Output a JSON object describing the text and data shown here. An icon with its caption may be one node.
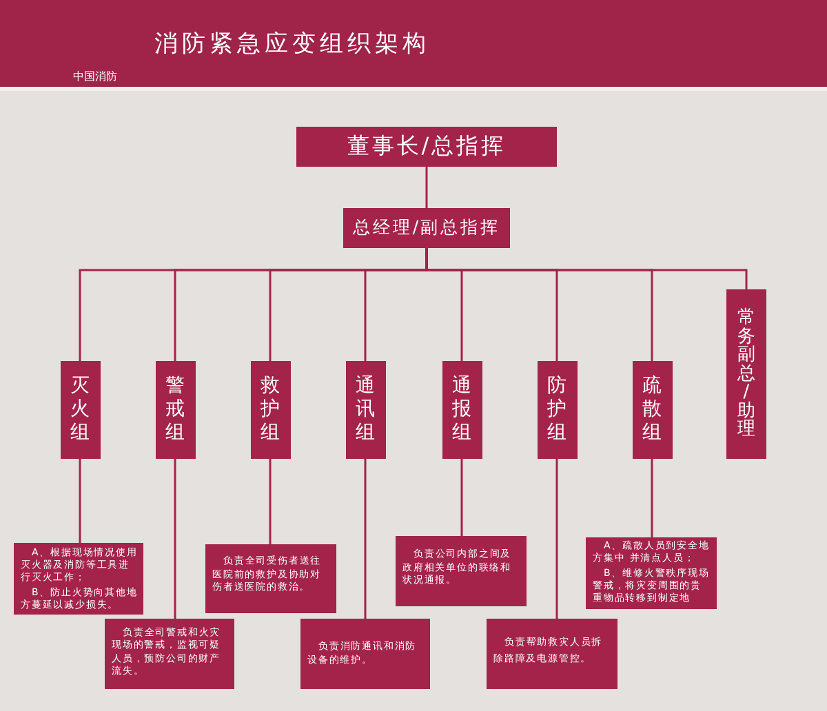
{
  "diagram": {
    "title": "消防紧急应变组织架构",
    "nodes": [
      {
        "text": [
          "董事长/总指挥"
        ]
      },
      {
        "text": [
          "总经理/副总指挥"
        ]
      },
      {
        "text": [
          "灭火组"
        ]
      },
      {
        "text": [
          "警戒组"
        ]
      },
      {
        "text": [
          "救护组"
        ]
      },
      {
        "text": [
          "通讯组"
        ]
      },
      {
        "text": [
          "通报组"
        ]
      },
      {
        "text": [
          "防护组"
        ]
      },
      {
        "text": [
          "疏散组"
        ]
      },
      {
        "text": [
          "常务副总/助理"
        ]
      },
      {
        "text": [
          "A、根据现场情况使用灭火器及消防等工具进行灭火工作；",
          "B、防止火势向其他地方蔓延以减少损失。"
        ]
      },
      {
        "text": [
          "负责全司警戒和火灾现场的警戒，监视可疑人员，预防公司的财产流失。"
        ]
      },
      {
        "text": [
          "负责全司受伤者送往医院前的救护及协助对伤者送医院的救治。"
        ]
      },
      {
        "text": [
          "负责消防通讯和消防设备的维护。"
        ]
      },
      {
        "text": [
          "负责公司内部之间及政府相关单位的联络和状况通报。"
        ]
      },
      {
        "text": [
          "负责帮助救灾人员拆除路障及电源管控。"
        ]
      },
      {
        "text": [
          "A、疏散人员到安全地方集中 并清点人员；",
          "B、维修火警秩序现场警戒，将灾变周围的贵重物品转移到制定地"
        ]
      }
    ],
    "edges": [
      {
        "from": 0,
        "to": 1,
        "arrow": "none"
      },
      {
        "from": 1,
        "to": 2,
        "arrow": "none"
      },
      {
        "from": 1,
        "to": 3,
        "arrow": "none"
      },
      {
        "from": 1,
        "to": 4,
        "arrow": "none"
      },
      {
        "from": 1,
        "to": 5,
        "arrow": "none"
      },
      {
        "from": 1,
        "to": 6,
        "arrow": "none"
      },
      {
        "from": 1,
        "to": 7,
        "arrow": "none"
      },
      {
        "from": 1,
        "to": 8,
        "arrow": "none"
      },
      {
        "from": 1,
        "to": 9,
        "arrow": "none"
      },
      {
        "from": 2,
        "to": 10,
        "arrow": "none"
      },
      {
        "from": 3,
        "to": 11,
        "arrow": "none"
      },
      {
        "from": 4,
        "to": 12,
        "arrow": "none"
      },
      {
        "from": 5,
        "to": 13,
        "arrow": "none"
      },
      {
        "from": 6,
        "to": 14,
        "arrow": "none"
      },
      {
        "from": 7,
        "to": 15,
        "arrow": "none"
      },
      {
        "from": 8,
        "to": 16,
        "arrow": "none"
      }
    ],
    "labels": [
      "中国消防"
    ]
  }
}
